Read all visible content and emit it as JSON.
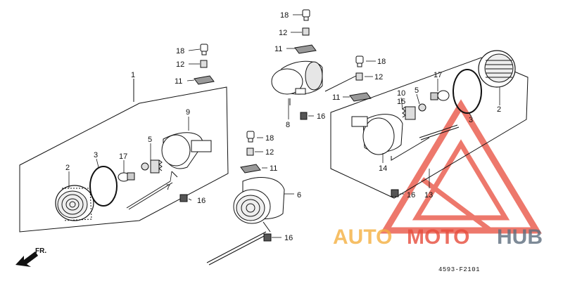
{
  "diagram": {
    "part_labels": {
      "p1": "1",
      "p2_left": "2",
      "p3_left": "3",
      "p17_left": "17",
      "p5_left": "5",
      "p9": "9",
      "p7": "7",
      "p16_left": "16",
      "p18_a": "18",
      "p12_a": "12",
      "p11_a": "11",
      "p18_top": "18",
      "p12_top": "12",
      "p11_top": "11",
      "p8": "8",
      "p16_mid": "16",
      "p18_r": "18",
      "p12_r": "12",
      "p11_r": "11",
      "p18_c": "18",
      "p12_c": "12",
      "p11_c": "11",
      "p6": "6",
      "p16_bot": "16",
      "p10": "10",
      "p15": "15",
      "p5_right": "5",
      "p17_right": "17",
      "p3_right": "3",
      "p2_right": "2",
      "p14": "14",
      "p16_right": "16",
      "p13": "13"
    },
    "direction_label": "FR.",
    "drawing_code": "4593-F2101"
  },
  "watermark": {
    "text_auto": "AUTO",
    "text_moto": "MOTO",
    "text_hub": "HUB",
    "colors": {
      "auto": "#f5b041",
      "moto": "#e74c3c",
      "hub": "#5d6d7e",
      "triangle": "#e74c3c"
    }
  }
}
